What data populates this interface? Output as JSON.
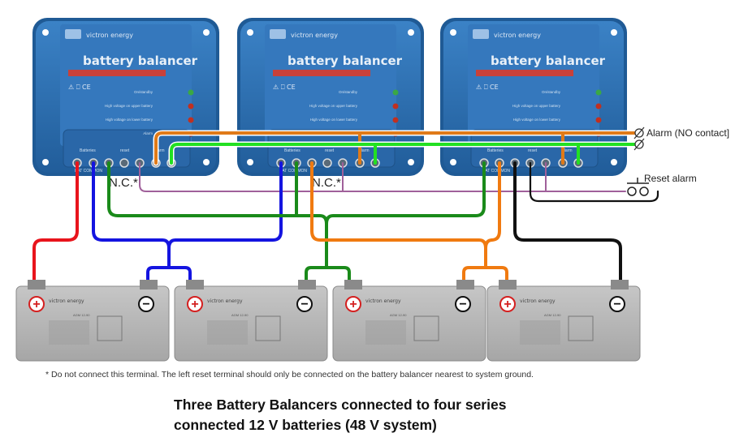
{
  "title": "Three Battery Balancers connected to four series connected 12 V batteries (48 V system)",
  "balancers": [
    {
      "brand": "victron energy",
      "title": "battery balancer",
      "cert": "⚠ ⎕ CE",
      "leds": [
        {
          "label": "On/standby",
          "color": "#3aa845"
        },
        {
          "label": "High voltage on upper battery",
          "color": "#c03020"
        },
        {
          "label": "High voltage on lower battery",
          "color": "#c03020"
        },
        {
          "label": "Alarm",
          "color": "#8a1a1a"
        }
      ],
      "terminal_groups": [
        "Batteries",
        "reset",
        "alarm"
      ],
      "terminal_label": "BAT COMMON"
    },
    {
      "brand": "victron energy",
      "title": "battery balancer",
      "cert": "⚠ ⎕ CE",
      "leds": [
        {
          "label": "On/standby",
          "color": "#3aa845"
        },
        {
          "label": "High voltage on upper battery",
          "color": "#c03020"
        },
        {
          "label": "High voltage on lower battery",
          "color": "#c03020"
        },
        {
          "label": "Alarm",
          "color": "#8a1a1a"
        }
      ],
      "terminal_groups": [
        "Batteries",
        "reset",
        "alarm"
      ],
      "terminal_label": "BAT COMMON"
    },
    {
      "brand": "victron energy",
      "title": "battery balancer",
      "cert": "⚠ ⎕ CE",
      "leds": [
        {
          "label": "On/standby",
          "color": "#3aa845"
        },
        {
          "label": "High voltage on upper battery",
          "color": "#c03020"
        },
        {
          "label": "High voltage on lower battery",
          "color": "#c03020"
        },
        {
          "label": "Alarm",
          "color": "#8a1a1a"
        }
      ],
      "terminal_groups": [
        "Batteries",
        "reset",
        "alarm"
      ],
      "terminal_label": "BAT COMMON"
    }
  ],
  "batteries": [
    {
      "brand": "victron energy",
      "model": "AGM 12-90",
      "positive": "+",
      "negative": "−"
    },
    {
      "brand": "victron energy",
      "model": "AGM 12-90",
      "positive": "+",
      "negative": "−"
    },
    {
      "brand": "victron energy",
      "model": "AGM 12-90",
      "positive": "+",
      "negative": "−"
    },
    {
      "brand": "victron energy",
      "model": "AGM 12-90",
      "positive": "+",
      "negative": "−"
    }
  ],
  "labels": {
    "nc_1": "N.C.*",
    "nc_2": "N.C.*",
    "alarm": "Alarm (NO contact]",
    "reset": "Reset alarm",
    "footnote": "* Do not connect this terminal. The left reset terminal should only be connected on the battery balancer nearest to system ground.",
    "caption_line1": "Three Battery Balancers connected to four series",
    "caption_line2": "connected 12 V batteries (48 V system)"
  },
  "wire_colors": {
    "red": "#e8141c",
    "blue": "#1414e0",
    "green": "#1a8a1a",
    "orange": "#f07a10",
    "black": "#111111",
    "purple": "#a0609a",
    "alarm_orange": "#e07a18",
    "alarm_green": "#22e022",
    "balancer_body": "#2f70b4",
    "battery_body": "#b4b4b4"
  }
}
